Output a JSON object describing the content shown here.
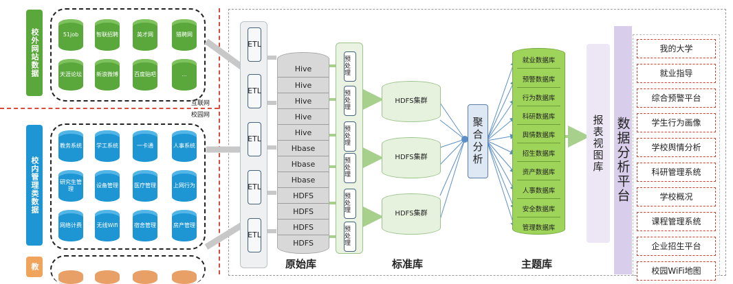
{
  "colors": {
    "green": "#5aa83c",
    "blue": "#1e96d4",
    "orange": "#e8a066",
    "red": "#d94a3a",
    "theme": "#9fd45a",
    "platform": "#d8cdea"
  },
  "sources": {
    "internet": {
      "label": "校外网站数据",
      "items": [
        "51job",
        "智联招聘",
        "英才网",
        "猎聘网",
        "天涯论坛",
        "新浪微博",
        "百度贴吧",
        "..."
      ]
    },
    "campus": {
      "label": "校内管理类数据",
      "items": [
        "教务系统",
        "学工系统",
        "一卡通",
        "人事系统",
        "研究生管理",
        "设备管理",
        "医疗管理",
        "上网行为",
        "网络计费",
        "无线Wifi",
        "宿舍管理",
        "房产管理"
      ]
    },
    "teaching": {
      "label": "教"
    },
    "divider_internet": "互联网",
    "divider_campus": "校园网"
  },
  "etl": [
    "ETL",
    "ETL",
    "ETL",
    "ETL",
    "ETL"
  ],
  "raw_store": {
    "rows": [
      "Hive",
      "Hive",
      "Hive",
      "Hive",
      "Hive",
      "Hbase",
      "Hbase",
      "Hbase",
      "HDFS",
      "HDFS",
      "HDFS",
      "HDFS"
    ],
    "label": "原始库"
  },
  "preprocess": [
    "预处理",
    "预处理",
    "预处理",
    "预处理",
    "预处理",
    "预处理"
  ],
  "standard_store": {
    "clusters": [
      "HDFS集群",
      "HDFS集群",
      "HDFS集群"
    ],
    "label": "标准库"
  },
  "aggregation": "聚合分析",
  "theme_store": {
    "rows": [
      "就业数据库",
      "预警数据库",
      "行为数据库",
      "科研数据库",
      "舆情数据库",
      "招生数据库",
      "资产数据库",
      "人事数据库",
      "安全数据库",
      "管理数据库"
    ],
    "label": "主题库"
  },
  "report_lib": "报表视图库",
  "platform": "数据分析平台",
  "apps": [
    "我的大学",
    "就业指导",
    "综合预警平台",
    "学生行为画像",
    "学校舆情分析",
    "科研管理系统",
    "学校概况",
    "课程管理系统",
    "企业招生平台",
    "校园WiFi地图"
  ]
}
